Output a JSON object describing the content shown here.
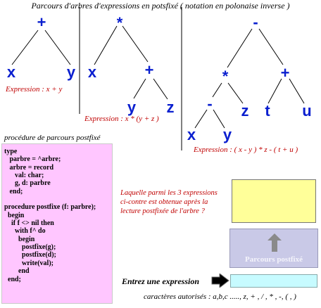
{
  "page_title": "Parcours d'arbres d'expressions en potsfixé ( notation en polonaise inverse )",
  "trees": [
    {
      "nodes": {
        "root": "+",
        "left": "x",
        "right": "y"
      },
      "expression": "Expression : x + y"
    },
    {
      "nodes": {
        "root": "*",
        "left": "x",
        "right": "+",
        "right_left": "y",
        "right_right": "z"
      },
      "expression": "Expression : x *  (y + z )"
    },
    {
      "nodes": {
        "root": "-",
        "left": "*",
        "right": "+",
        "left_left": "-",
        "left_right": "z",
        "left_left_left": "x",
        "left_left_right": "y",
        "right_left": "t",
        "right_right": "u"
      },
      "expression": "Expression : ( x - y ) * z - ( t + u )"
    }
  ],
  "procedure": {
    "title": "procédure de parcours postfixé",
    "code_lines": [
      "type",
      "   parbre = ^arbre;",
      "   arbre = record",
      "      val: char;",
      "      g, d: parbre",
      "   end;",
      "",
      "procedure postfixe (f: parbre);",
      "  begin",
      "    if f <> nil then",
      "      with f^ do",
      "        begin",
      "          postfixe(g);",
      "          postfixe(d);",
      "          write(val);",
      "        end",
      "  end;"
    ]
  },
  "question": "Laquelle parmi les 3 expressions ci-contre est obtenue après la lecture postfixée de l'arbre ?",
  "result_value": "",
  "button_label": "Parcours postfixé",
  "entry": {
    "label": "Entrez une expression",
    "value": "",
    "placeholder": ""
  },
  "allowed_chars": "caractères autorisés : a,b,c ....., z, + , / , * , -, ( , )",
  "colors": {
    "node": "#0a1fcf",
    "expression_text": "#c00000",
    "code_bg": "#ffc6ff",
    "result_bg": "#ffff99",
    "button_bg": "#c9c9e7",
    "input_bg": "#c7fbff"
  },
  "icons": {
    "button": "arrow-up-icon",
    "entry": "arrow-right-icon"
  }
}
